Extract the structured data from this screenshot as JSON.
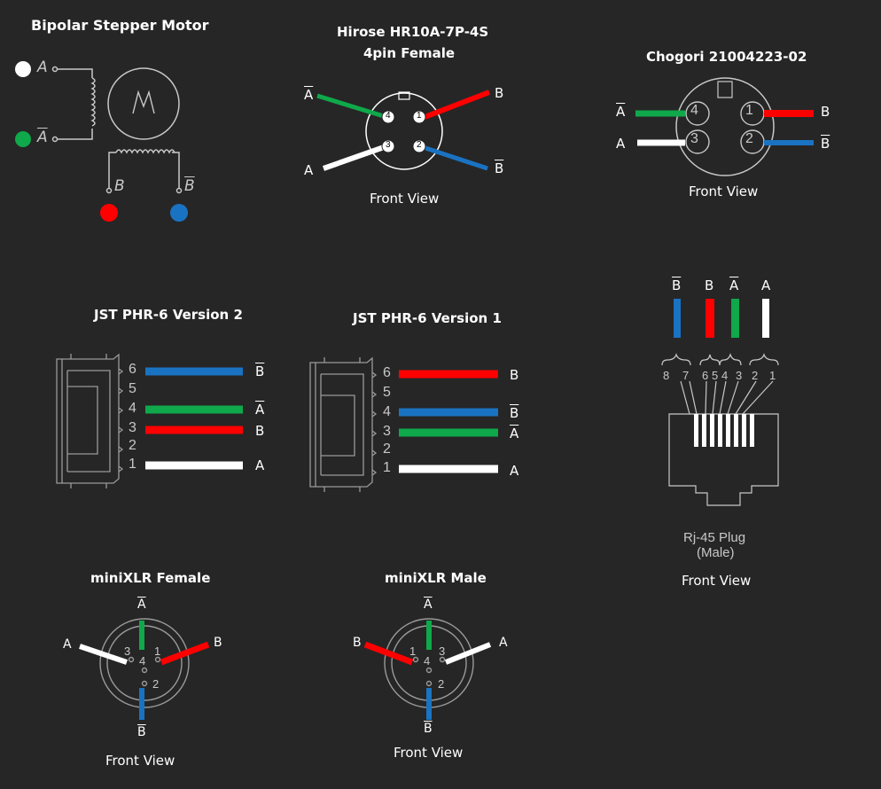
{
  "bipolar": {
    "title": "Bipolar Stepper Motor",
    "a": "A",
    "a_bar": "A",
    "b": "B",
    "b_bar": "B",
    "motor": "M"
  },
  "hirose": {
    "title_line1": "Hirose HR10A-7P-4S",
    "title_line2": "4pin Female",
    "front_view": "Front View",
    "a_bar": "A",
    "b": "B",
    "a": "A",
    "b_bar": "B",
    "pins": [
      "4",
      "1",
      "3",
      "2"
    ]
  },
  "chogori": {
    "title": "Chogori 21004223-02",
    "front_view": "Front View",
    "a_bar": "A",
    "b": "B",
    "a": "A",
    "b_bar": "B",
    "pins": [
      "4",
      "1",
      "3",
      "2"
    ]
  },
  "jst_v2": {
    "title": "JST PHR-6 Version 2",
    "pins": [
      "6",
      "5",
      "4",
      "3",
      "2",
      "1"
    ],
    "labels": {
      "p6": "B",
      "p4": "A",
      "p3": "B",
      "p1": "A"
    }
  },
  "jst_v1": {
    "title": "JST PHR-6 Version 1",
    "pins": [
      "6",
      "5",
      "4",
      "3",
      "2",
      "1"
    ],
    "labels": {
      "p6": "B",
      "p4": "B",
      "p3": "A",
      "p1": "A"
    }
  },
  "rj45": {
    "top_labels": [
      "B",
      "B",
      "A",
      "A"
    ],
    "pins": [
      "8",
      "7",
      "6",
      "5",
      "4",
      "3",
      "2",
      "1"
    ],
    "caption_line1": "Rj-45 Plug",
    "caption_line2": "(Male)",
    "front_view": "Front View"
  },
  "minixlr_female": {
    "title": "miniXLR Female",
    "front_view": "Front View",
    "a_bar": "A",
    "a": "A",
    "b": "B",
    "b_bar": "B",
    "pins": [
      "3",
      "4",
      "1",
      "2"
    ]
  },
  "minixlr_male": {
    "title": "miniXLR Male",
    "front_view": "Front View",
    "a_bar": "A",
    "a": "A",
    "b": "B",
    "b_bar": "B",
    "pins": [
      "1",
      "4",
      "3",
      "2"
    ]
  },
  "colors": {
    "background": "#262626",
    "white_wire": "#ffffff",
    "green_wire": "#0fa84a",
    "red_wire": "#ff0000",
    "blue_wire": "#1a73c2",
    "outline": "#c8c8c8"
  }
}
